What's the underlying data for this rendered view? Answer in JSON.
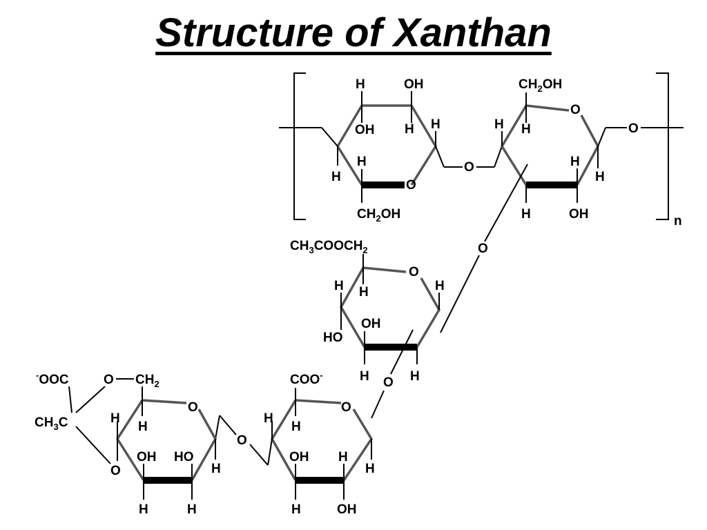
{
  "title": "Structure of Xanthan",
  "repeat_subscript": "n",
  "labels": {
    "h": "H",
    "oh": "OH",
    "ho": "HO",
    "o": "O",
    "ch": "CH",
    "oh_suffix": "OH",
    "two": "2",
    "three": "3",
    "ch3coo_a": "CH",
    "ch3coo_b": "COOCH",
    "coo": "COO",
    "minus": "-",
    "ooc": "OOC",
    "c": "C"
  }
}
